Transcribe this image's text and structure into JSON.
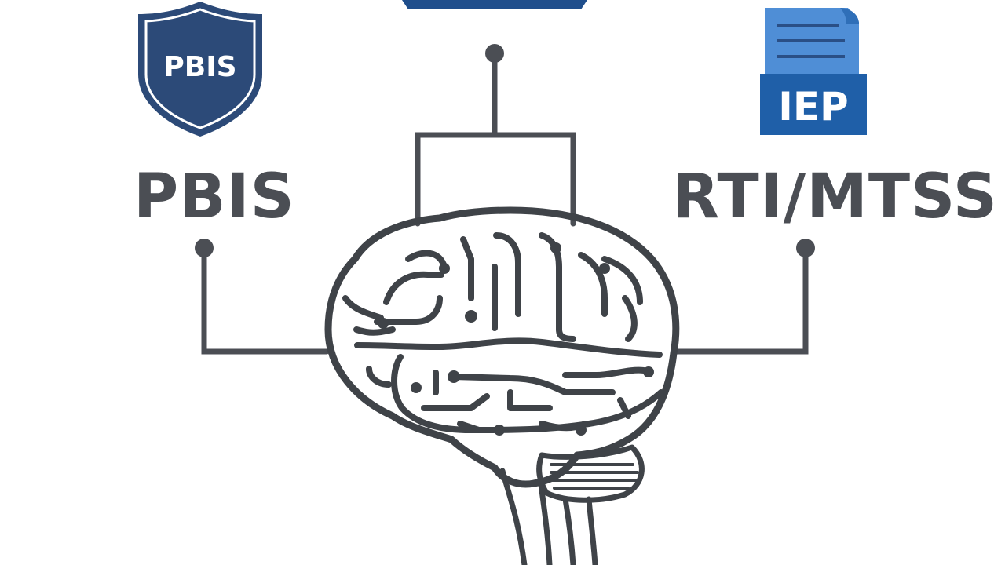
{
  "left_node": {
    "icon": "shield-icon",
    "badge_text": "PBIS",
    "label": "PBIS"
  },
  "right_node": {
    "icon": "document-folder-icon",
    "badge_text": "IEP",
    "label": "RTI/MTSS"
  },
  "top_node": {
    "icon": "graduation-cap-icon"
  },
  "center": {
    "icon": "circuit-brain-icon"
  },
  "colors": {
    "line": "#4b4e54",
    "navy": "#2c4a78",
    "blue": "#1f5fa8",
    "light_blue": "#4f8ed6",
    "background": "#ffffff"
  }
}
